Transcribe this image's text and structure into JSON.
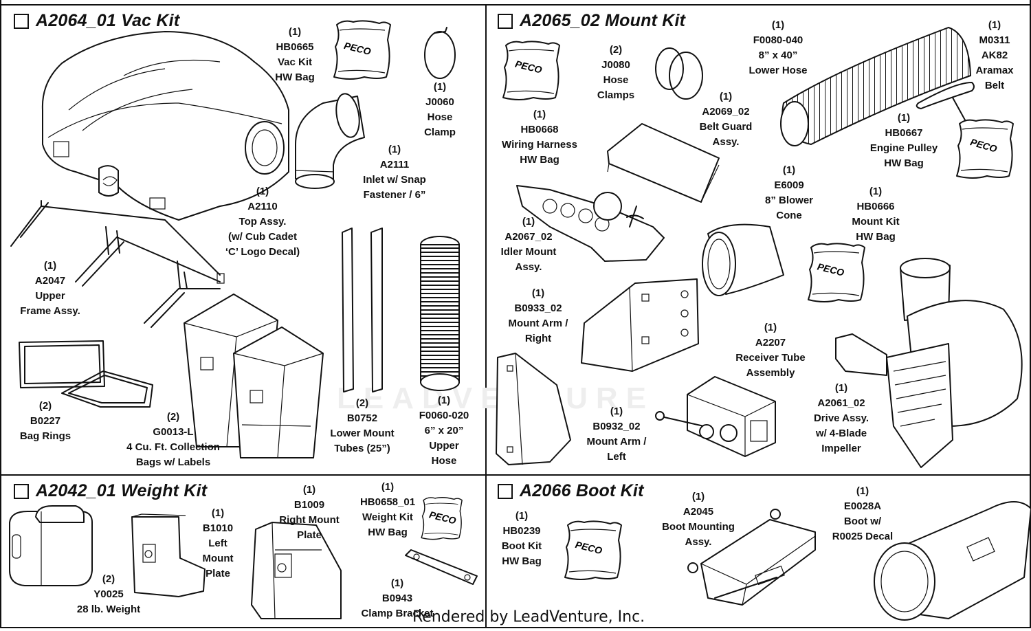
{
  "panels": {
    "vac": {
      "title": "A2064_01 Vac Kit"
    },
    "mount": {
      "title": "A2065_02 Mount Kit"
    },
    "weight": {
      "title": "A2042_01 Weight Kit"
    },
    "boot": {
      "title": "A2066 Boot Kit"
    }
  },
  "bag_brand": "PECO",
  "watermark": "LEADVENTURE",
  "footer": "Rendered by LeadVenture, Inc.",
  "parts": {
    "hb0665": [
      "(1)",
      "HB0665",
      "Vac Kit",
      "HW Bag"
    ],
    "j0060": [
      "(1)",
      "J0060",
      "Hose",
      "Clamp"
    ],
    "a2111": [
      "(1)",
      "A2111",
      "Inlet w/ Snap",
      "Fastener / 6”"
    ],
    "a2110": [
      "(1)",
      "A2110",
      "Top Assy.",
      "(w/ Cub Cadet",
      "‘C’ Logo Decal)"
    ],
    "a2047": [
      "(1)",
      "A2047",
      "Upper",
      "Frame Assy."
    ],
    "b0227": [
      "(2)",
      "B0227",
      "Bag Rings"
    ],
    "g0013": [
      "(2)",
      "G0013-L",
      "4 Cu. Ft. Collection",
      "Bags w/ Labels"
    ],
    "b0752": [
      "(2)",
      "B0752",
      "Lower Mount",
      "Tubes (25”)"
    ],
    "f0060": [
      "(1)",
      "F0060-020",
      "6” x 20”",
      "Upper",
      "Hose"
    ],
    "hb0668": [
      "(1)",
      "HB0668",
      "Wiring Harness",
      "HW Bag"
    ],
    "j0080": [
      "(2)",
      "J0080",
      "Hose",
      "Clamps"
    ],
    "f0080": [
      "(1)",
      "F0080-040",
      "8” x 40”",
      "Lower Hose"
    ],
    "m0311": [
      "(1)",
      "M0311",
      "AK82",
      "Aramax",
      "Belt"
    ],
    "a2069": [
      "(1)",
      "A2069_02",
      "Belt Guard",
      "Assy."
    ],
    "hb0667": [
      "(1)",
      "HB0667",
      "Engine Pulley",
      "HW Bag"
    ],
    "e6009": [
      "(1)",
      "E6009",
      "8” Blower",
      "Cone"
    ],
    "hb0666": [
      "(1)",
      "HB0666",
      "Mount Kit",
      "HW Bag"
    ],
    "a2067": [
      "(1)",
      "A2067_02",
      "Idler Mount",
      "Assy."
    ],
    "b0933": [
      "(1)",
      "B0933_02",
      "Mount Arm /",
      "Right"
    ],
    "a2207": [
      "(1)",
      "A2207",
      "Receiver Tube",
      "Assembly"
    ],
    "a2061": [
      "(1)",
      "A2061_02",
      "Drive Assy.",
      "w/ 4-Blade",
      "Impeller"
    ],
    "b0932": [
      "(1)",
      "B0932_02",
      "Mount Arm /",
      "Left"
    ],
    "b1010": [
      "(1)",
      "B1010",
      "Left",
      "Mount",
      "Plate"
    ],
    "b1009": [
      "(1)",
      "B1009",
      "Right Mount",
      "Plate"
    ],
    "hb0658": [
      "(1)",
      "HB0658_01",
      "Weight Kit",
      "HW Bag"
    ],
    "y0025": [
      "(2)",
      "Y0025",
      "28 lb. Weight"
    ],
    "b0943": [
      "(1)",
      "B0943",
      "Clamp Bracket"
    ],
    "hb0239": [
      "(1)",
      "HB0239",
      "Boot Kit",
      "HW Bag"
    ],
    "a2045": [
      "(1)",
      "A2045",
      "Boot Mounting",
      "Assy."
    ],
    "e0028a": [
      "(1)",
      "E0028A",
      "Boot w/",
      "R0025 Decal"
    ]
  }
}
